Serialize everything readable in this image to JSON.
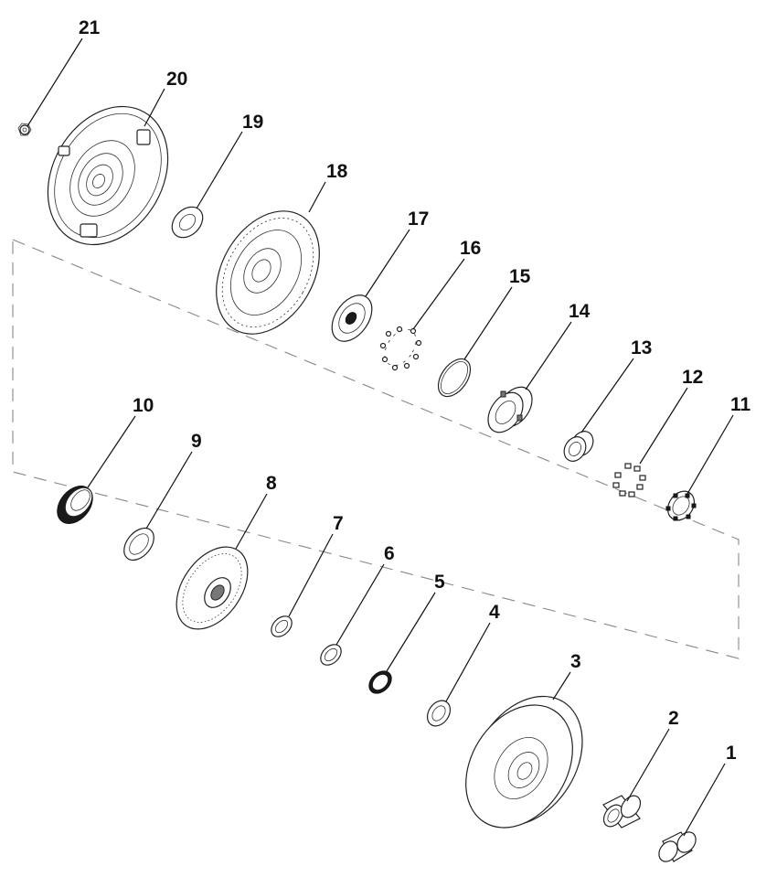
{
  "callouts": {
    "c1": "1",
    "c2": "2",
    "c3": "3",
    "c4": "4",
    "c5": "5",
    "c6": "6",
    "c7": "7",
    "c8": "8",
    "c9": "9",
    "c10": "10",
    "c11": "11",
    "c12": "12",
    "c13": "13",
    "c14": "14",
    "c15": "15",
    "c16": "16",
    "c17": "17",
    "c18": "18",
    "c19": "19",
    "c20": "20",
    "c21": "21"
  },
  "colors": {
    "line": "#222222",
    "dash": "#888888",
    "background": "#ffffff"
  }
}
